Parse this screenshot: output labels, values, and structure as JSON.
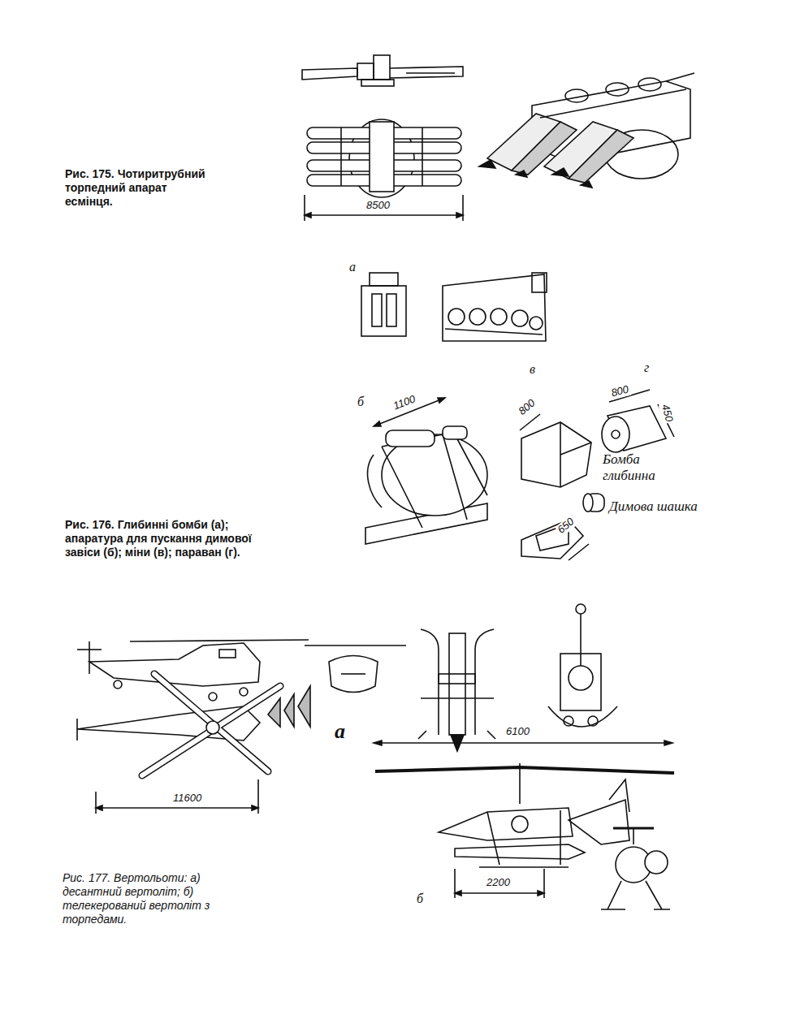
{
  "diagram": {
    "labels": [
      "Рис. 175. Чотиритрубний торпедний апарат есмінця.",
      "8500",
      "а",
      "в",
      "г",
      "б",
      "1100",
      "800",
      "800",
      "450",
      "Бомба глибинна",
      "Димова шашка",
      "650",
      "Рис. 176. Глибинні бомби (а); апаратура для пускання димової завіси (б); міни (в); параван (г).",
      "а",
      "6100",
      "11600",
      "2200",
      "б",
      "Рис. 177. Вертольоти: а) десантний вертоліт; б) телекерований вертоліт з торпедами."
    ]
  }
}
